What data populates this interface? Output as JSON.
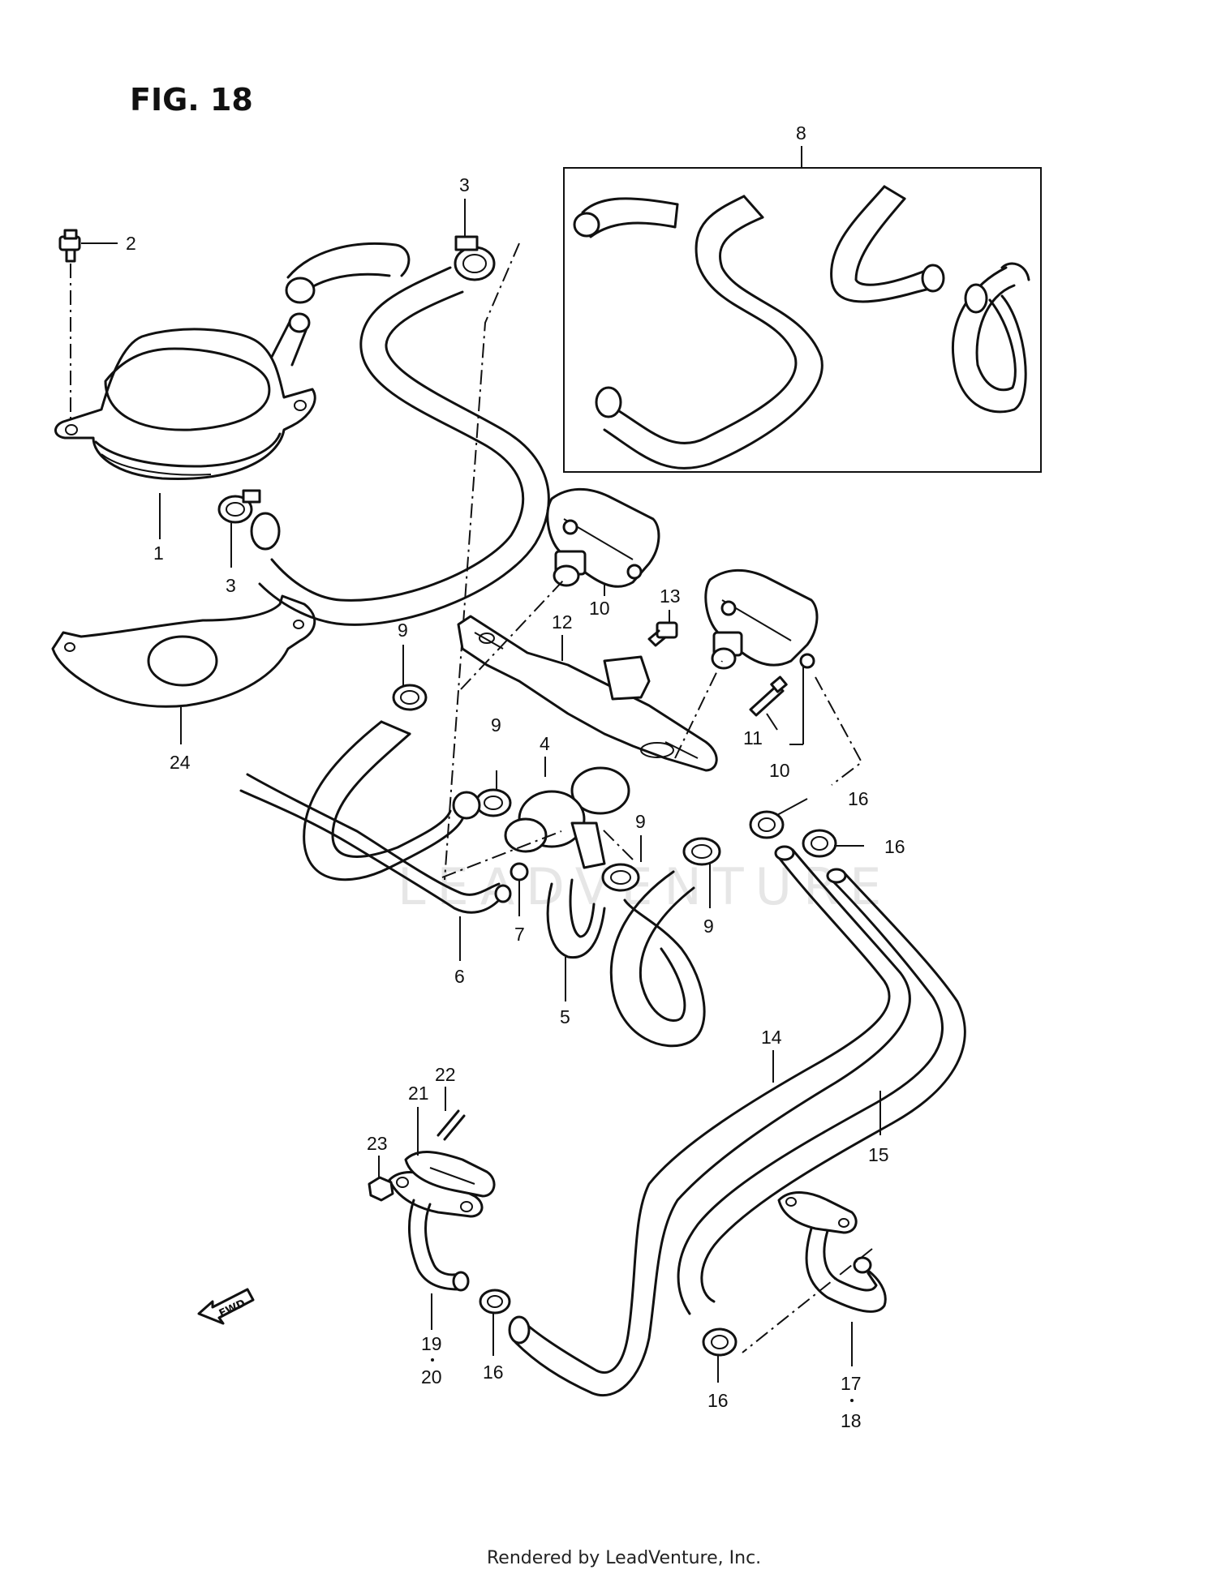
{
  "figure_label": "FIG. 18",
  "watermark": "LEADVENTURE",
  "footer": "Rendered by LeadVenture, Inc.",
  "fwd_indicator": "FWD",
  "callouts": {
    "c1": "1",
    "c2": "2",
    "c3a": "3",
    "c3b": "3",
    "c4": "4",
    "c5": "5",
    "c6": "6",
    "c7": "7",
    "c8": "8",
    "c9a": "9",
    "c9b": "9",
    "c9c": "9",
    "c9d": "9",
    "c10a": "10",
    "c10b": "10",
    "c11": "11",
    "c12": "12",
    "c13": "13",
    "c14": "14",
    "c15": "15",
    "c16a": "16",
    "c16b": "16",
    "c16c": "16",
    "c16d": "16",
    "c17": "17",
    "c18": "18",
    "c19": "19",
    "c20": "20",
    "c21": "21",
    "c22": "22",
    "c23": "23",
    "c24": "24"
  }
}
